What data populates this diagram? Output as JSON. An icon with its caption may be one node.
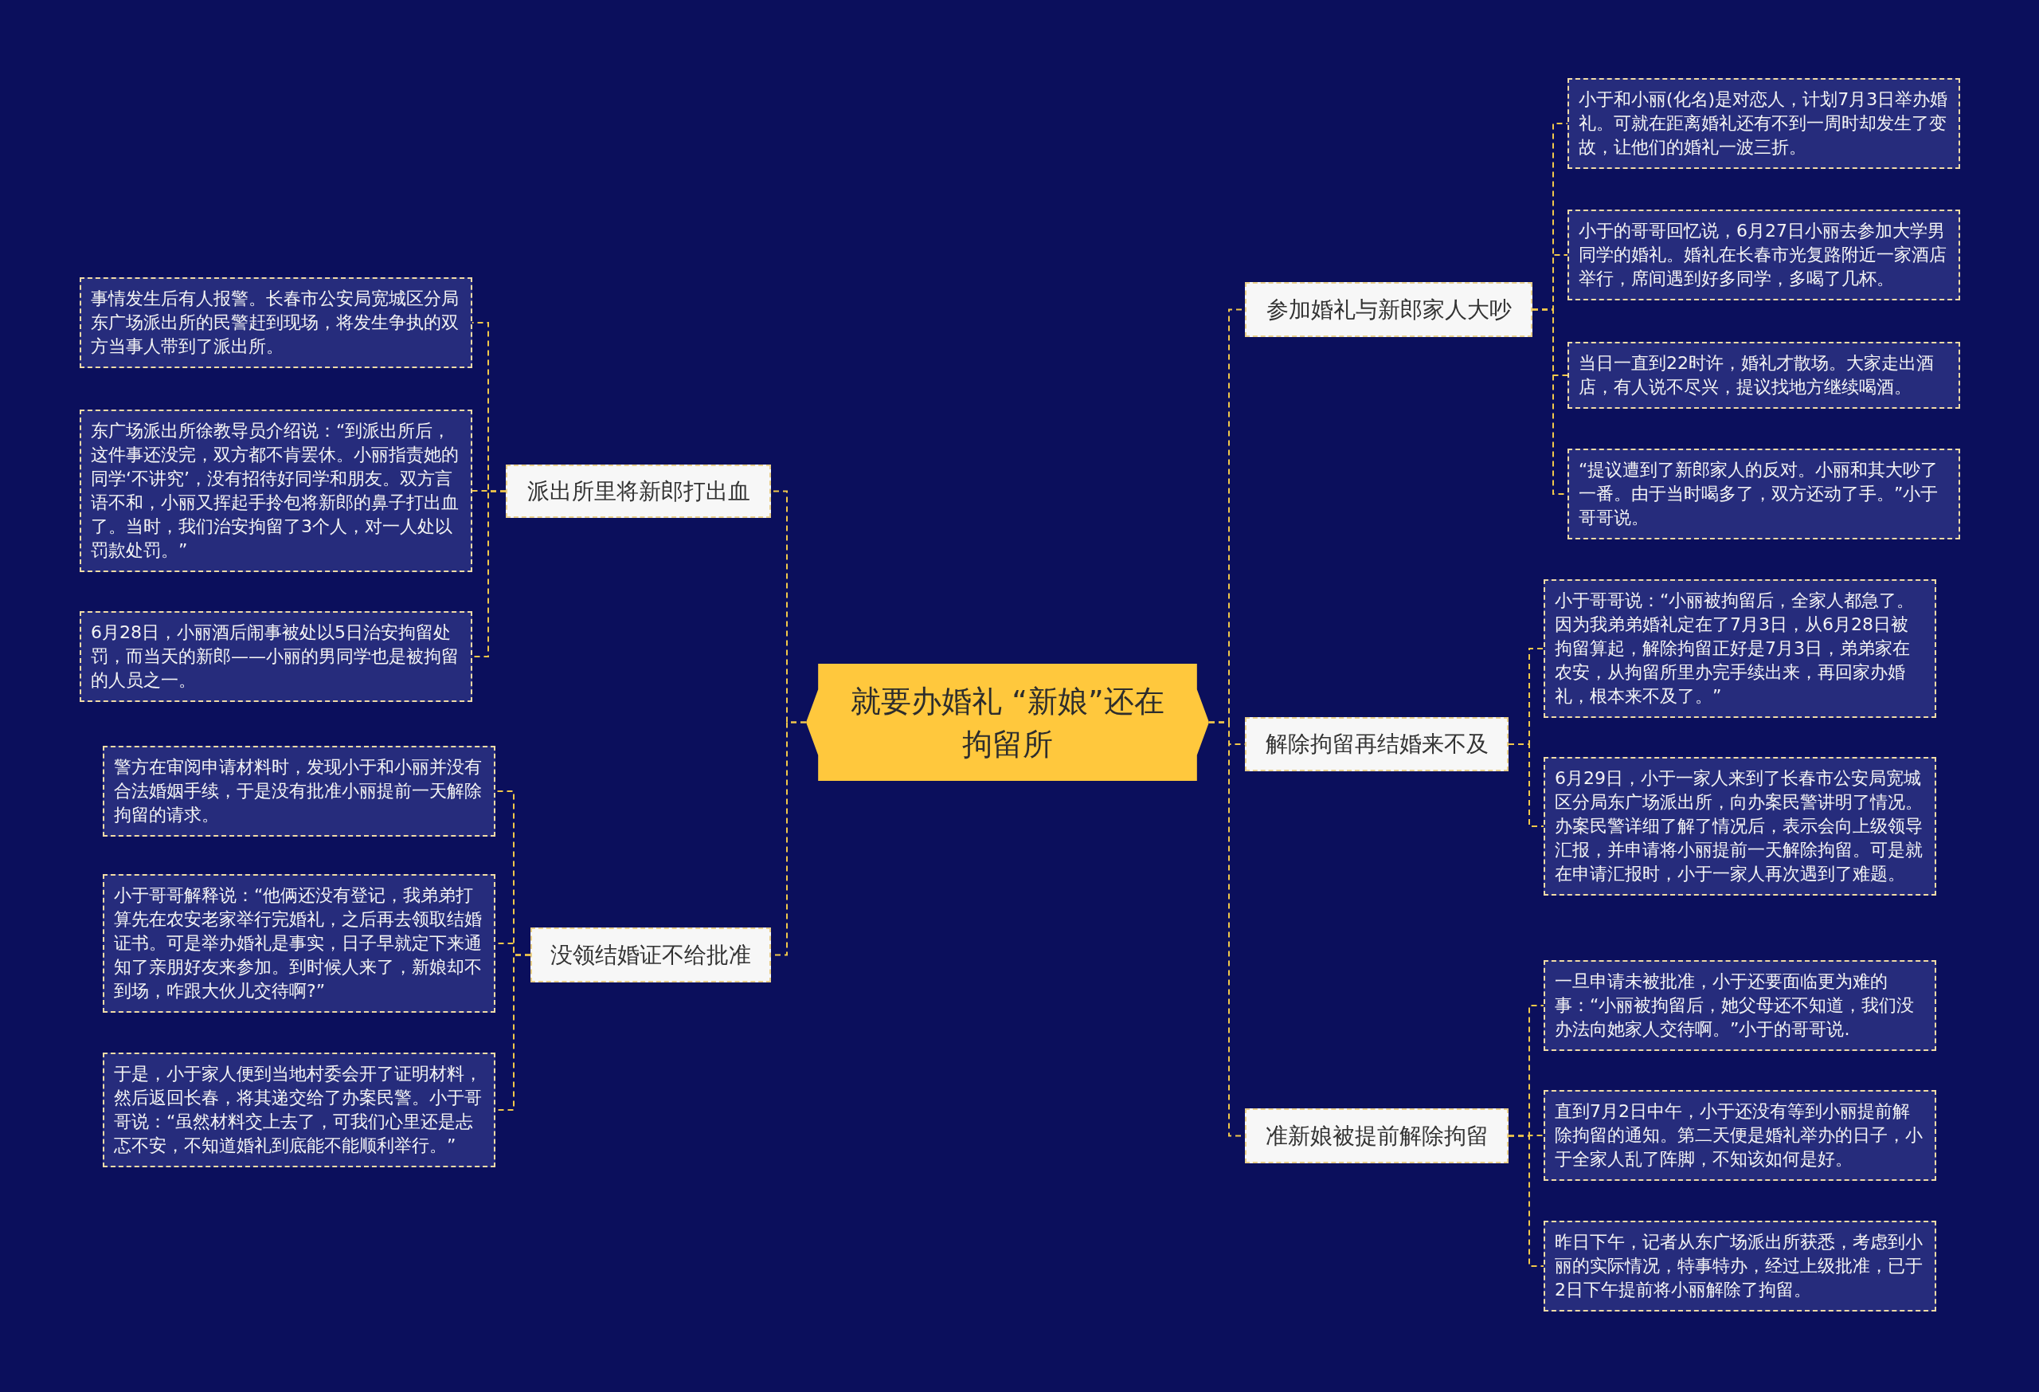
{
  "diagram": {
    "nodes": [
      {
        "text": [
          "就要办婚礼 “新娘”还在拘留所"
        ]
      },
      {
        "text": [
          "派出所里将新郎打出血"
        ]
      },
      {
        "text": [
          "没领结婚证不给批准"
        ]
      },
      {
        "text": [
          "参加婚礼与新郎家人大吵"
        ]
      },
      {
        "text": [
          "解除拘留再结婚来不及"
        ]
      },
      {
        "text": [
          "准新娘被提前解除拘留"
        ]
      },
      {
        "text": [
          "事情发生后有人报警。长春市公安局宽城区分局东广场派出所的民警赶到现场，将发生争执的双方当事人带到了派出所。"
        ]
      },
      {
        "text": [
          "东广场派出所徐教导员介绍说：“到派出所后，这件事还没完，双方都不肯罢休。小丽指责她的同学‘不讲究’，没有招待好同学和朋友。双方言语不和，小丽又挥起手拎包将新郎的鼻子打出血了。当时，我们治安拘留了3个人，对一人处以罚款处罚。”"
        ]
      },
      {
        "text": [
          "6月28日，小丽酒后闹事被处以5日治安拘留处罚，而当天的新郎——小丽的男同学也是被拘留的人员之一。"
        ]
      },
      {
        "text": [
          "警方在审阅申请材料时，发现小于和小丽并没有合法婚姻手续，于是没有批准小丽提前一天解除拘留的请求。"
        ]
      },
      {
        "text": [
          "小于哥哥解释说：“他俩还没有登记，我弟弟打算先在农安老家举行完婚礼，之后再去领取结婚证书。可是举办婚礼是事实，日子早就定下来通知了亲朋好友来参加。到时候人来了，新娘却不到场，咋跟大伙儿交待啊?”"
        ]
      },
      {
        "text": [
          "于是，小于家人便到当地村委会开了证明材料，然后返回长春，将其递交给了办案民警。小于哥哥说：“虽然材料交上去了，可我们心里还是忐忑不安，不知道婚礼到底能不能顺利举行。”"
        ]
      },
      {
        "text": [
          "小于和小丽(化名)是对恋人，计划7月3日举办婚礼。可就在距离婚礼还有不到一周时却发生了变故，让他们的婚礼一波三折。"
        ]
      },
      {
        "text": [
          "小于的哥哥回忆说，6月27日小丽去参加大学男同学的婚礼。婚礼在长春市光复路附近一家酒店举行，席间遇到好多同学，多喝了几杯。"
        ]
      },
      {
        "text": [
          "当日一直到22时许，婚礼才散场。大家走出酒店，有人说不尽兴，提议找地方继续喝酒。"
        ]
      },
      {
        "text": [
          "“提议遭到了新郎家人的反对。小丽和其大吵了一番。由于当时喝多了，双方还动了手。”小于哥哥说。"
        ]
      },
      {
        "text": [
          "小于哥哥说：“小丽被拘留后，全家人都急了。因为我弟弟婚礼定在了7月3日，从6月28日被拘留算起，解除拘留正好是7月3日，弟弟家在农安，从拘留所里办完手续出来，再回家办婚礼，根本来不及了。”"
        ]
      },
      {
        "text": [
          "6月29日，小于一家人来到了长春市公安局宽城区分局东广场派出所，向办案民警讲明了情况。办案民警详细了解了情况后，表示会向上级领导汇报，并申请将小丽提前一天解除拘留。可是就在申请汇报时，小于一家人再次遇到了难题。"
        ]
      },
      {
        "text": [
          "一旦申请未被批准，小于还要面临更为难的事：“小丽被拘留后，她父母还不知道，我们没办法向她家人交待啊。”小于的哥哥说."
        ]
      },
      {
        "text": [
          "直到7月2日中午，小于还没有等到小丽提前解除拘留的通知。第二天便是婚礼举办的日子，小于全家人乱了阵脚，不知该如何是好。"
        ]
      },
      {
        "text": [
          "昨日下午，记者从东广场派出所获悉，考虑到小丽的实际情况，特事特办，经过上级批准，已于2日下午提前将小丽解除了拘留。"
        ]
      }
    ],
    "edges": [
      {
        "from": 0,
        "to": 1,
        "arrow": "none"
      },
      {
        "from": 0,
        "to": 2,
        "arrow": "none"
      },
      {
        "from": 0,
        "to": 3,
        "arrow": "none"
      },
      {
        "from": 0,
        "to": 4,
        "arrow": "none"
      },
      {
        "from": 0,
        "to": 5,
        "arrow": "none"
      },
      {
        "from": 1,
        "to": 6,
        "arrow": "none"
      },
      {
        "from": 1,
        "to": 7,
        "arrow": "none"
      },
      {
        "from": 1,
        "to": 8,
        "arrow": "none"
      },
      {
        "from": 2,
        "to": 9,
        "arrow": "none"
      },
      {
        "from": 2,
        "to": 10,
        "arrow": "none"
      },
      {
        "from": 2,
        "to": 11,
        "arrow": "none"
      },
      {
        "from": 3,
        "to": 12,
        "arrow": "none"
      },
      {
        "from": 3,
        "to": 13,
        "arrow": "none"
      },
      {
        "from": 3,
        "to": 14,
        "arrow": "none"
      },
      {
        "from": 3,
        "to": 15,
        "arrow": "none"
      },
      {
        "from": 4,
        "to": 16,
        "arrow": "none"
      },
      {
        "from": 4,
        "to": 17,
        "arrow": "none"
      },
      {
        "from": 5,
        "to": 18,
        "arrow": "none"
      },
      {
        "from": 5,
        "to": 19,
        "arrow": "none"
      },
      {
        "from": 5,
        "to": 20,
        "arrow": "none"
      }
    ]
  }
}
